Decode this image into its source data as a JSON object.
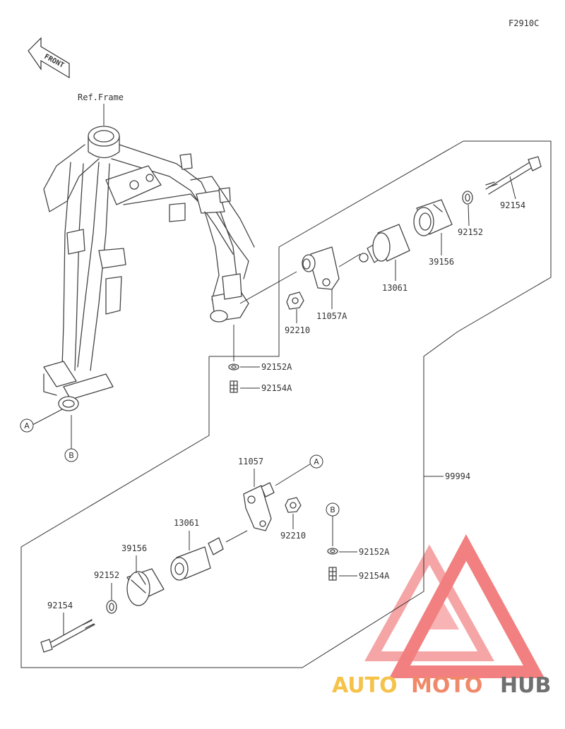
{
  "diagram_code": "F2910C",
  "front_label": "FRONT",
  "ref_frame_label": "Ref.Frame",
  "upper_parts": {
    "p92154": "92154",
    "p92152": "92152",
    "p39156": "39156",
    "p13061": "13061",
    "p11057A": "11057A",
    "p92210": "92210",
    "p92152A": "92152A",
    "p92154A": "92154A"
  },
  "lower_parts": {
    "p11057": "11057",
    "p92210": "92210",
    "p13061": "13061",
    "p39156": "39156",
    "p92152": "92152",
    "p92154": "92154",
    "p92152A": "92152A",
    "p92154A": "92154A"
  },
  "assembly_label": "99994",
  "callouts": {
    "a": "A",
    "b": "B"
  },
  "watermark": {
    "part1": "AUTO",
    "part2": "MOTO",
    "part3": "HUB",
    "color_light": "#f5c24a",
    "color_mid": "#f0896a",
    "color_dark": "#707070",
    "triangle_color": "#f06a6a"
  }
}
